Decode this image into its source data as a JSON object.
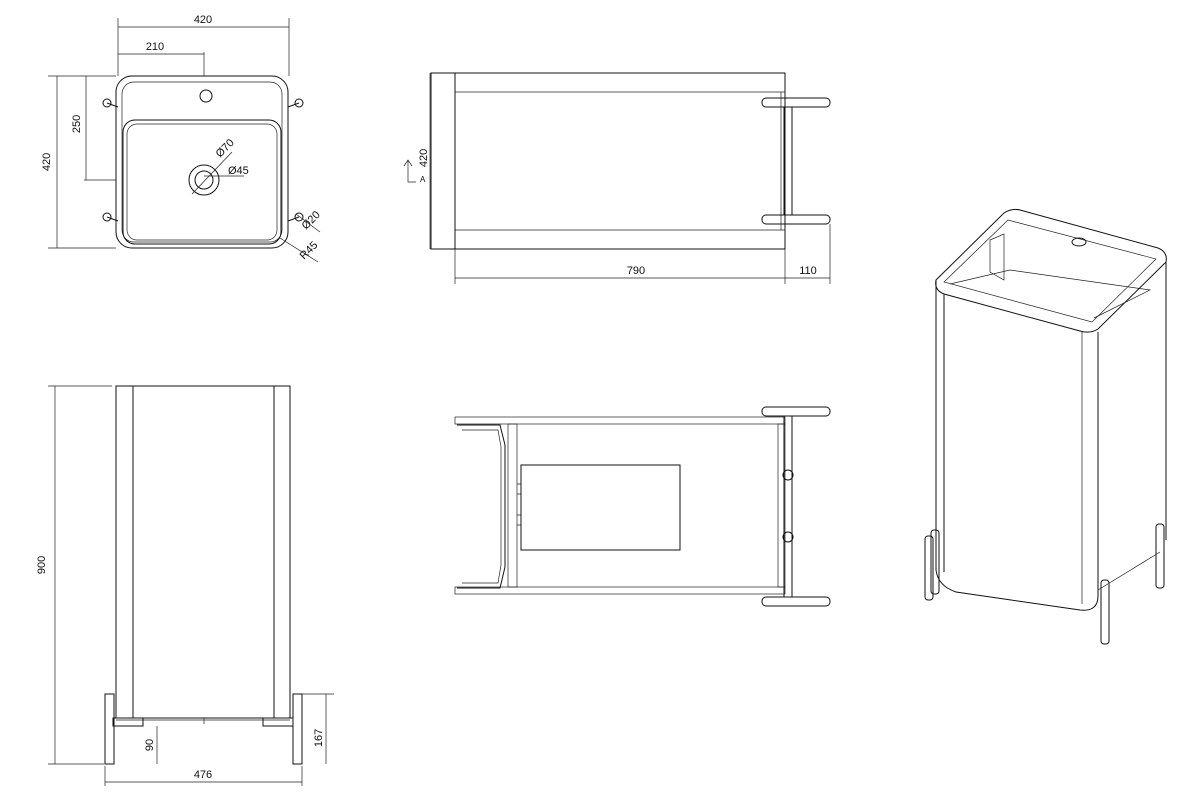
{
  "dimensions": {
    "top_width": "420",
    "top_half_width": "210",
    "top_depth": "420",
    "top_drain_offset": "250",
    "drain_outer": "Ø70",
    "drain_inner": "Ø45",
    "leg_diameter": "Ø20",
    "corner_radius": "R45",
    "side_depth": "420",
    "side_length": "790",
    "side_leg_extension": "110",
    "front_height": "900",
    "front_width": "476",
    "front_leg_height": "167",
    "front_plinth_height": "90"
  },
  "section_marker": "A",
  "colors": {
    "line": "#111111",
    "background": "#ffffff"
  }
}
